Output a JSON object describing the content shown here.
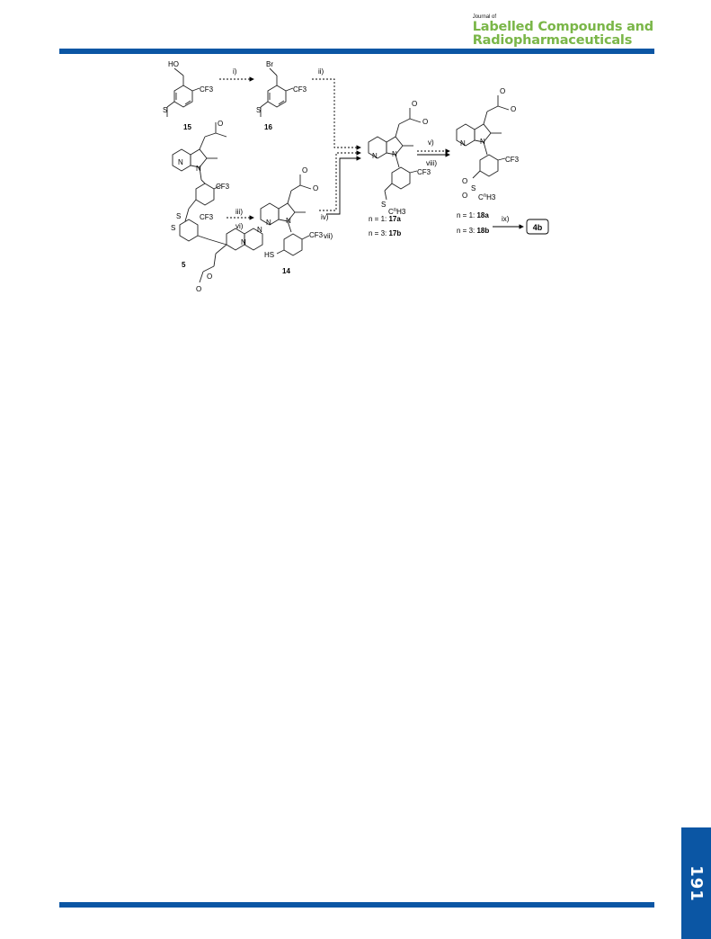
{
  "header": {
    "journal_of": "Journal of",
    "journal_line1": "Labelled Compounds and",
    "journal_line2": "Radiopharmaceuticals"
  },
  "page": {
    "number": "191"
  },
  "colors": {
    "brand_blue": "#0b56a4",
    "brand_green": "#7ab648"
  },
  "scheme": {
    "reagents": {
      "r1": "i)",
      "r2": "ii)",
      "r3": "iii)",
      "r4": "iv)",
      "r5": "v)",
      "r6": "vi)",
      "r7": "vii)",
      "r8": "viii)",
      "r9": "ix)"
    },
    "labels": {
      "c15": "15",
      "c16": "16",
      "c5": "5",
      "c14": "14",
      "c17a_prefix": "n = 1: ",
      "c17a": "17a",
      "c17b_prefix": "n = 3: ",
      "c17b": "17b",
      "c18a_prefix": "n = 1: ",
      "c18a": "18a",
      "c18b_prefix": "n = 3: ",
      "c18b": "18b",
      "c4b": "4b"
    },
    "atoms": {
      "ho": "HO",
      "br": "Br",
      "cf3": "CF3",
      "s": "S",
      "hs": "HS",
      "n": "N",
      "o": "O",
      "c": "C",
      "h3": "H3",
      "n_sup": "n",
      "sub3": "3"
    }
  }
}
